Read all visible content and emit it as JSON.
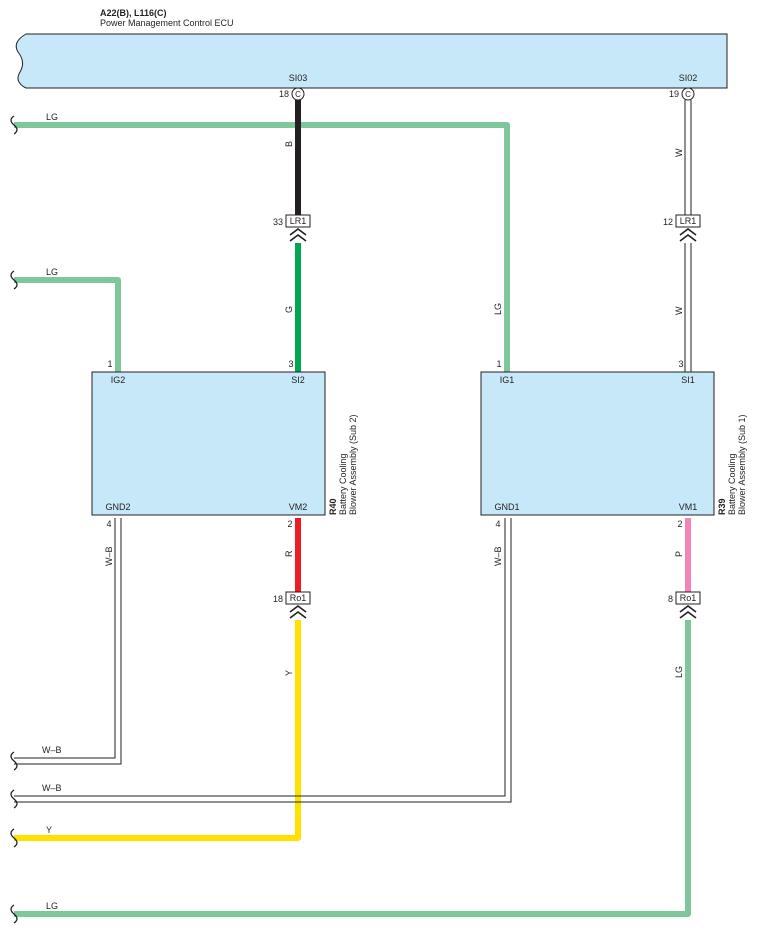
{
  "ecu": {
    "codes": "A22(B), L116(C)",
    "name": "Power Management Control ECU",
    "pins": [
      {
        "num": "18",
        "conn": "C",
        "label": "SI03"
      },
      {
        "num": "19",
        "conn": "C",
        "label": "SI02"
      }
    ]
  },
  "connectors": [
    {
      "num": "33",
      "label": "LR1"
    },
    {
      "num": "12",
      "label": "LR1"
    },
    {
      "num": "18",
      "label": "Ro1"
    },
    {
      "num": "8",
      "label": "Ro1"
    }
  ],
  "components": [
    {
      "code": "R40",
      "name_line1": "Battery Cooling",
      "name_line2": "Blower Assembly (Sub 2)",
      "pins": {
        "top_left": {
          "num": "1",
          "label": "IG2"
        },
        "top_right": {
          "num": "3",
          "label": "SI2"
        },
        "bottom_left": {
          "num": "4",
          "label": "GND2"
        },
        "bottom_right": {
          "num": "2",
          "label": "VM2"
        }
      }
    },
    {
      "code": "R39",
      "name_line1": "Battery Cooling",
      "name_line2": "Blower Assembly (Sub 1)",
      "pins": {
        "top_left": {
          "num": "1",
          "label": "IG1"
        },
        "top_right": {
          "num": "3",
          "label": "SI1"
        },
        "bottom_left": {
          "num": "4",
          "label": "GND1"
        },
        "bottom_right": {
          "num": "2",
          "label": "VM1"
        }
      }
    }
  ],
  "wires": {
    "lg_top": "LG",
    "b": "B",
    "w_upper": "W",
    "lg_mid": "LG",
    "g": "G",
    "lg_vertical": "LG",
    "w_lower": "W",
    "wb_left": "W–B",
    "r": "R",
    "wb_right": "W–B",
    "p": "P",
    "y_vertical": "Y",
    "lg_lower_vertical": "LG",
    "wb_bottom1": "W–B",
    "wb_bottom2": "W–B",
    "y_bottom": "Y",
    "lg_bottom": "LG"
  },
  "colors": {
    "LG": "#7ec79a",
    "B": "#231f20",
    "G": "#00a651",
    "R": "#ed1c24",
    "P": "#f384b8",
    "Y": "#ffe100",
    "component_fill": "#c6e8f8"
  }
}
